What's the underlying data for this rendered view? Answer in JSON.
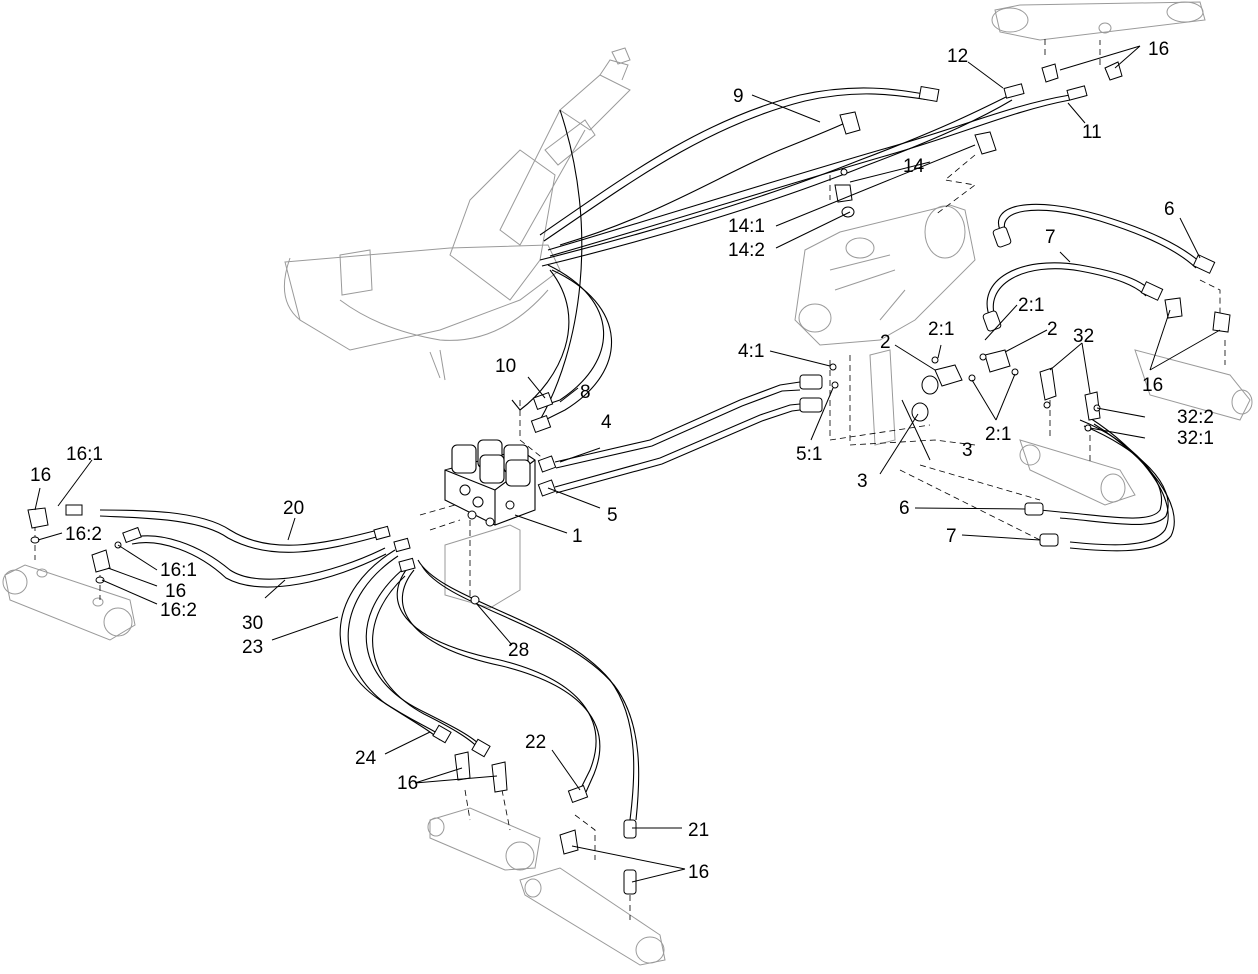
{
  "labels": {
    "l9": "9",
    "l12": "12",
    "l16a": "16",
    "l11": "11",
    "l14": "14",
    "l14_1": "14:1",
    "l14_2": "14:2",
    "l6a": "6",
    "l7a": "7",
    "l2_1a": "2:1",
    "l2_1b": "2:1",
    "l2a": "2",
    "l2b": "2",
    "l32": "32",
    "l4_1": "4:1",
    "l10": "10",
    "l8": "8",
    "l4": "4",
    "l5_1": "5:1",
    "l3a": "3",
    "l3b": "3",
    "l2_1c": "2:1",
    "l16b": "16",
    "l32_2": "32:2",
    "l32_1": "32:1",
    "l5": "5",
    "l1": "1",
    "l6b": "6",
    "l7b": "7",
    "l16c": "16",
    "l16_1a": "16:1",
    "l16_2a": "16:2",
    "l20": "20",
    "l16_1b": "16:1",
    "l16d": "16",
    "l16_2b": "16:2",
    "l30": "30",
    "l23": "23",
    "l28": "28",
    "l24": "24",
    "l16e": "16",
    "l22": "22",
    "l21": "21",
    "l16f": "16"
  }
}
